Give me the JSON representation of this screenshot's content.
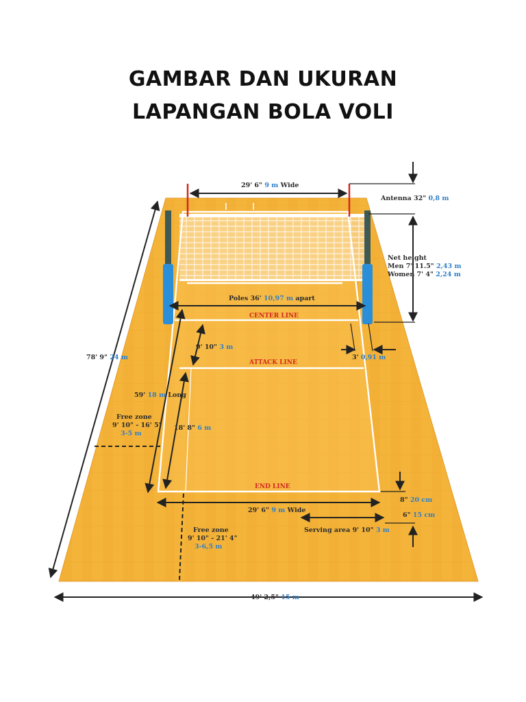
{
  "title": {
    "line1": "GAMBAR DAN UKURAN",
    "line2": "LAPANGAN BOLA VOLI"
  },
  "colors": {
    "floor": "#f4b43a",
    "court": "#f7c04e",
    "lines": "#ffffff",
    "arrows": "#222222",
    "metric": "#2f7fc8",
    "court_line_labels": "#d2281e",
    "antenna": "#d2281e",
    "pole_pad": "#2a8fd8"
  },
  "labels": {
    "width_top": {
      "imperial": "29' 6\"",
      "metric": "9 m",
      "suffix": "Wide"
    },
    "antenna": {
      "prefix": "Antenna 32\"",
      "metric": "0,8 m"
    },
    "net_height": {
      "title": "Net height",
      "men_prefix": "Men 7' 11.5\"",
      "men_metric": "2,43 m",
      "women_prefix": "Women 7' 4\"",
      "women_metric": "2,24 m"
    },
    "poles": {
      "prefix": "Poles 36'",
      "metric": "10,97 m",
      "suffix": "apart"
    },
    "center_line": "CENTER LINE",
    "attack_line": "ATTACK LINE",
    "end_line": "END LINE",
    "attack_zone": {
      "imperial": "9' 10\"",
      "metric": "3 m"
    },
    "pole_offset": {
      "imperial": "3'",
      "metric": "0,91 m"
    },
    "overall_length": {
      "imperial": "78' 9\"",
      "metric": "24 m"
    },
    "court_length": {
      "imperial": "59'",
      "metric": "18 m",
      "suffix": "Long"
    },
    "back_zone": {
      "imperial": "18' 8\"",
      "metric": "6 m"
    },
    "free_zone_side": {
      "title": "Free zone",
      "imperial": "9' 10\" - 16' 5\"",
      "metric": "3-5 m"
    },
    "width_bottom": {
      "imperial": "29' 6\"",
      "metric": "9 m",
      "suffix": "Wide"
    },
    "line_width": {
      "imperial": "8\"",
      "metric": "20 cm"
    },
    "serve_mark": {
      "imperial": "6\"",
      "metric": "15 cm"
    },
    "serving_area": {
      "prefix": "Serving area 9' 10\"",
      "metric": "3 m"
    },
    "free_zone_back": {
      "title": "Free zone",
      "imperial": "9' 10\" - 21' 4\"",
      "metric": "3-6,5 m"
    },
    "overall_width": {
      "imperial": "49' 2,5\"",
      "metric": "15 m"
    }
  }
}
